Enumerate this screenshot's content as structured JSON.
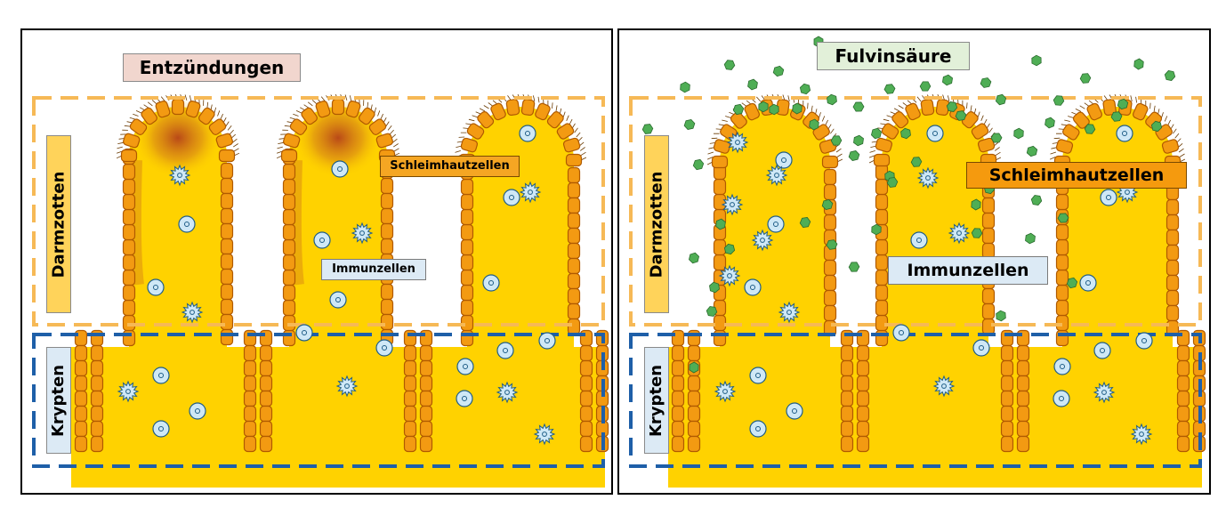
{
  "left_panel": {
    "title": "Entzündungen",
    "villi_label": "Darmzotten",
    "crypts_label": "Krypten",
    "mucosa_label": "Schleimhautzellen",
    "immune_label": "Immunzellen"
  },
  "right_panel": {
    "title": "Fulvinsäure",
    "villi_label": "Darmzotten",
    "crypts_label": "Krypten",
    "mucosa_label": "Schleimhautzellen",
    "immune_label": "Immunzellen"
  },
  "colors": {
    "tissue": "#FFD200",
    "epithelium": "#F39A12",
    "epithelium_stroke": "#B05A00",
    "immune_cell": "#CFE8F6",
    "fulvic_particle": "#4FAE55",
    "villi_zone": "#F6B956",
    "crypt_zone": "#1E5FA8",
    "inflammation": "#B23A1A",
    "title_left_bg": "#F1D6CE",
    "title_right_bg": "#E2F0D9"
  }
}
